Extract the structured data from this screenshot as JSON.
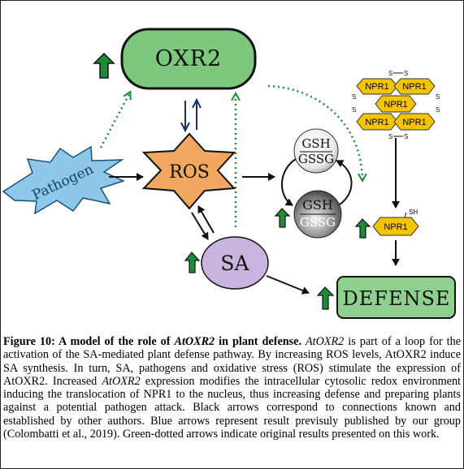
{
  "diagram": {
    "nodes": {
      "oxr2": "OXR2",
      "ros": "ROS",
      "pathogen": "Pathogen",
      "sa": "SA",
      "gsh_top": "GSH",
      "gssg_top": "GSSG",
      "gsh_bottom": "GSH",
      "gssg_bottom": "GSSG",
      "npr1_monomer": "NPR1",
      "sh_label": "SH",
      "defense": "DEFENSE"
    },
    "oligomer": {
      "labels": [
        "NPR1",
        "NPR1",
        "NPR1",
        "NPR1",
        "NPR1"
      ],
      "disulfide_labels": [
        "S",
        "S",
        "S",
        "S",
        "S",
        "S",
        "S",
        "S"
      ]
    },
    "colors": {
      "oxr2_fill": "#7ec77e",
      "defense_fill": "#8fd08f",
      "ros_fill": "#f0a860",
      "sa_fill": "#c9b4de",
      "pathogen_fill": "#8ec8e8",
      "npr1_fill": "#f5c400",
      "up_arrow": "#1f8a3a",
      "dotted_arrow": "#1f8a3a",
      "blue_arrow": "#1b2f6b"
    },
    "icons": {
      "oxr2_up": "up-arrow-icon",
      "gsh_up": "up-arrow-icon",
      "sa_up": "up-arrow-icon",
      "npr1_up": "up-arrow-icon",
      "defense_up": "up-arrow-icon"
    }
  },
  "caption": {
    "title_bold_1": "Figure 10: A model of the role of ",
    "title_italic": "AtOXR2",
    "title_bold_2": " in plant defense.",
    "seg1_italic": "AtOXR2",
    "seg2": " is part of a loop for the activation of the SA-mediated plant defense pathway. By increasing ROS levels, AtOXR2 induce SA synthesis. In turn, SA, pathogens and oxidative stress (ROS) stimulate the expression of AtOXR2. Increased ",
    "seg3_italic": "AtOXR2",
    "seg4": " expression modifies the intracellular cytosolic redox environment inducing the translocation of NPR1 to the nucleus, thus increasing defense and preparing plants against a potential pathogen attack. Black arrows correspond to connections known and established by other authors. Blue arrows represent result previsuly published by our group (Colombatti et al., 2019). Green-dotted arrows indicate original results presented on this work."
  }
}
